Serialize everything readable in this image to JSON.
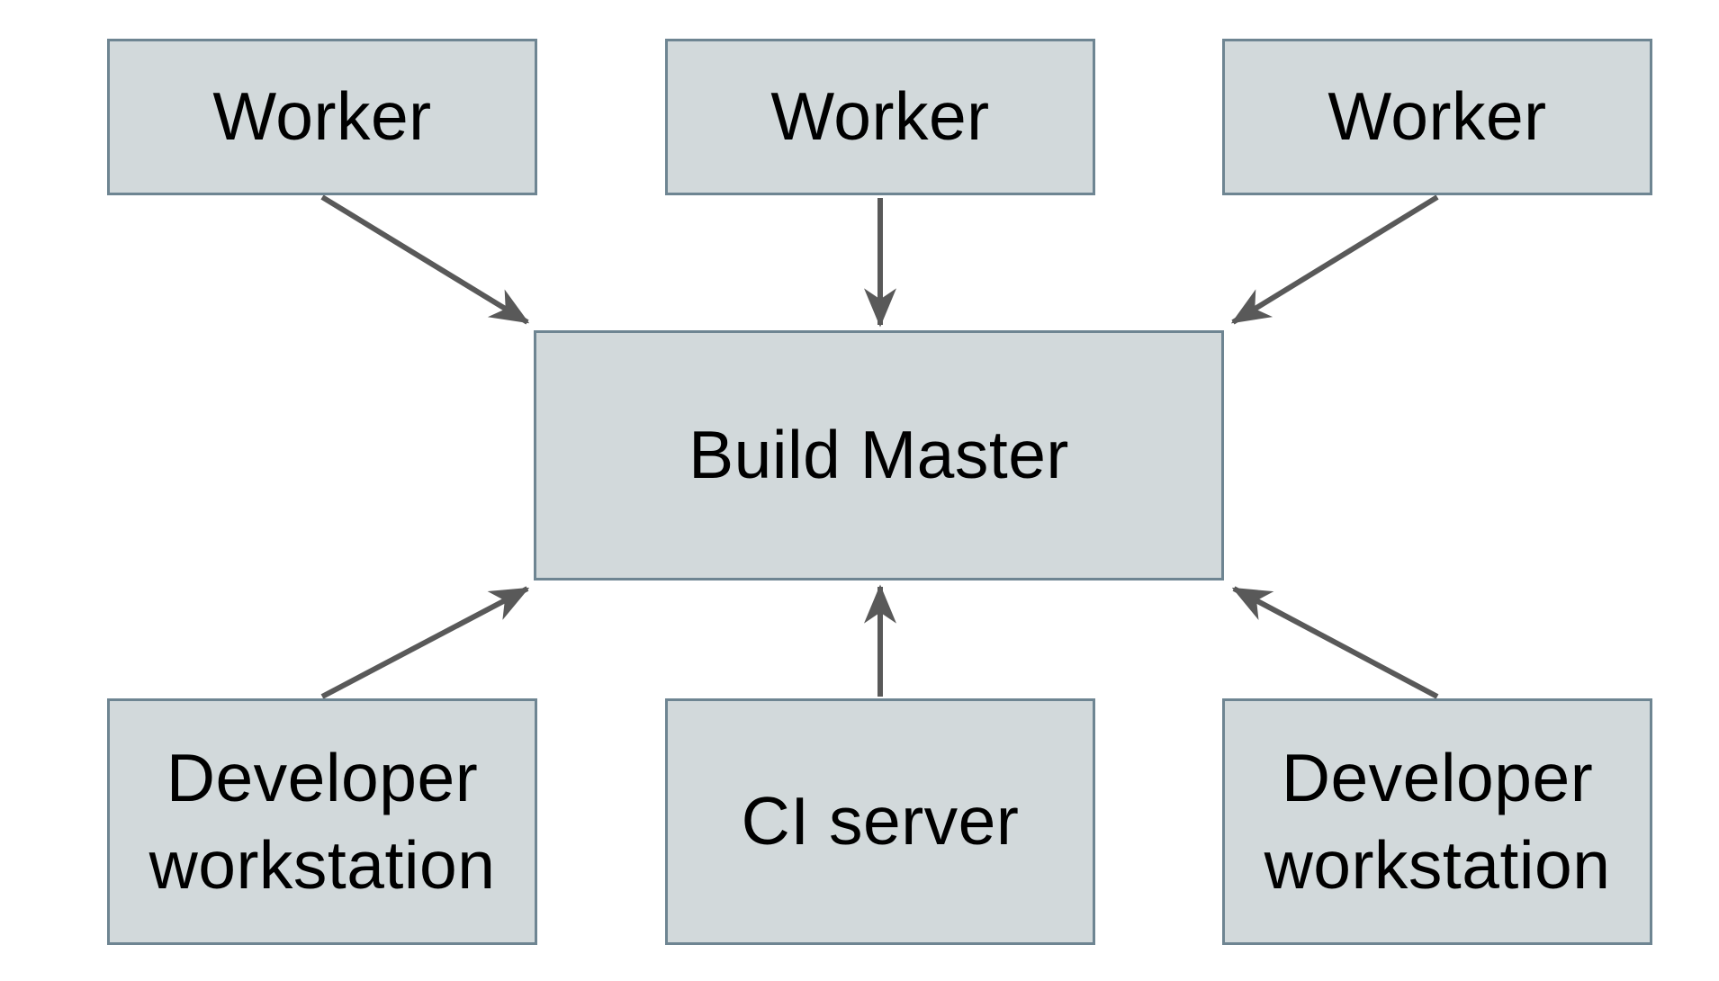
{
  "diagram": {
    "nodes": [
      {
        "id": "worker-1",
        "label": "Worker"
      },
      {
        "id": "worker-2",
        "label": "Worker"
      },
      {
        "id": "worker-3",
        "label": "Worker"
      },
      {
        "id": "build-master",
        "label": "Build Master"
      },
      {
        "id": "developer-workstation-1",
        "label": "Developer workstation"
      },
      {
        "id": "ci-server",
        "label": "CI server"
      },
      {
        "id": "developer-workstation-2",
        "label": "Developer workstation"
      }
    ],
    "edges": [
      {
        "from": "worker-1",
        "to": "build-master"
      },
      {
        "from": "worker-2",
        "to": "build-master"
      },
      {
        "from": "worker-3",
        "to": "build-master"
      },
      {
        "from": "developer-workstation-1",
        "to": "build-master"
      },
      {
        "from": "ci-server",
        "to": "build-master"
      },
      {
        "from": "developer-workstation-2",
        "to": "build-master"
      }
    ],
    "colors": {
      "background": "#ffffff",
      "node_fill": "#d2d9db",
      "node_border": "#6e8592",
      "arrow": "#595959",
      "text": "#000000"
    }
  }
}
